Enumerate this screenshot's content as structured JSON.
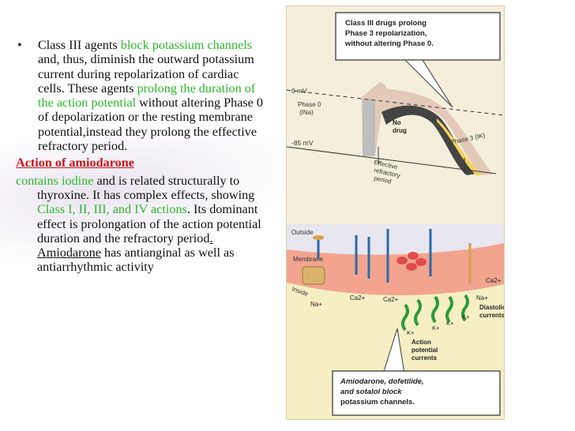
{
  "text": {
    "bullet_symbol": "•",
    "p1_a": "Class III agents ",
    "p1_b": "block potassium channels",
    "p1_c": " and, thus, diminish the outward potassium current during repolarization of cardiac cells. These agents ",
    "p1_d": "prolong the duration of the action potential",
    "p1_e": " without altering Phase 0 of depolarization or the resting membrane potential,instead they prolong the effective refractory period.",
    "heading": "Action of amiodarone",
    "p3_a": "contains iodine",
    "p3_b": " and is related structurally to thyroxine. It has complex effects, showing ",
    "p3_c": "Class I, II, III, and IV actions",
    "p3_d": ". Its dominant effect is prolongation of the action potential  duration and the refractory period",
    "p3_e": ". Amiodarone",
    "p3_f": " has antianginal as well as antiarrhythmic activity"
  },
  "figure": {
    "callout_top": [
      "Class III drugs prolong",
      "Phase 3 repolarization,",
      "without altering Phase 0."
    ],
    "label_0mv": "0 mV",
    "label_phase0": [
      "Phase 0",
      "(INa)"
    ],
    "label_nodrug": [
      "No",
      "drug"
    ],
    "label_phase3": "Phase 3 (IK)",
    "label_85mv": "-85 mV",
    "label_erp": [
      "Effective",
      "refractory",
      "period"
    ],
    "label_outside": "Outside",
    "label_membrane": "Membrane",
    "label_inside": "Inside",
    "label_na_left": "Na+",
    "label_ca1": "Ca2+",
    "label_ca2": "Ca2+",
    "label_na_right": "Na+",
    "label_ca_right": "Ca2+",
    "label_diastolic": [
      "Diastolic",
      "currents"
    ],
    "label_k": [
      "K+",
      "K+",
      "K+",
      "K+"
    ],
    "label_ap_currents": [
      "Action",
      "potential",
      "currents"
    ],
    "callout_bottom": [
      "Amiodarone, dofetilide,",
      "and sotalol block",
      "potassium channels."
    ]
  },
  "colors": {
    "green": "#2db82d",
    "red": "#c8151b",
    "figure_bg": "#f3efdb",
    "membrane": "#f2a48f"
  }
}
